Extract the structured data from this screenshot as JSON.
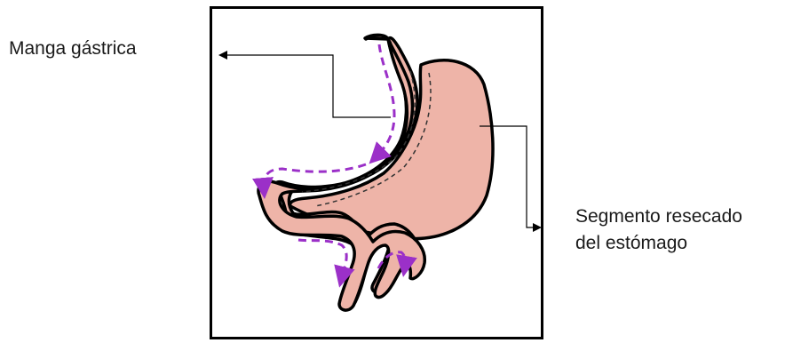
{
  "labels": {
    "sleeve": "Manga gástrica",
    "resected_line1": "Segmento resecado",
    "resected_line2": "del estómago"
  },
  "colors": {
    "tissue": "#eeb4a8",
    "outline": "#000000",
    "flow_arrow": "#9b30c8",
    "frame": "#000000"
  }
}
